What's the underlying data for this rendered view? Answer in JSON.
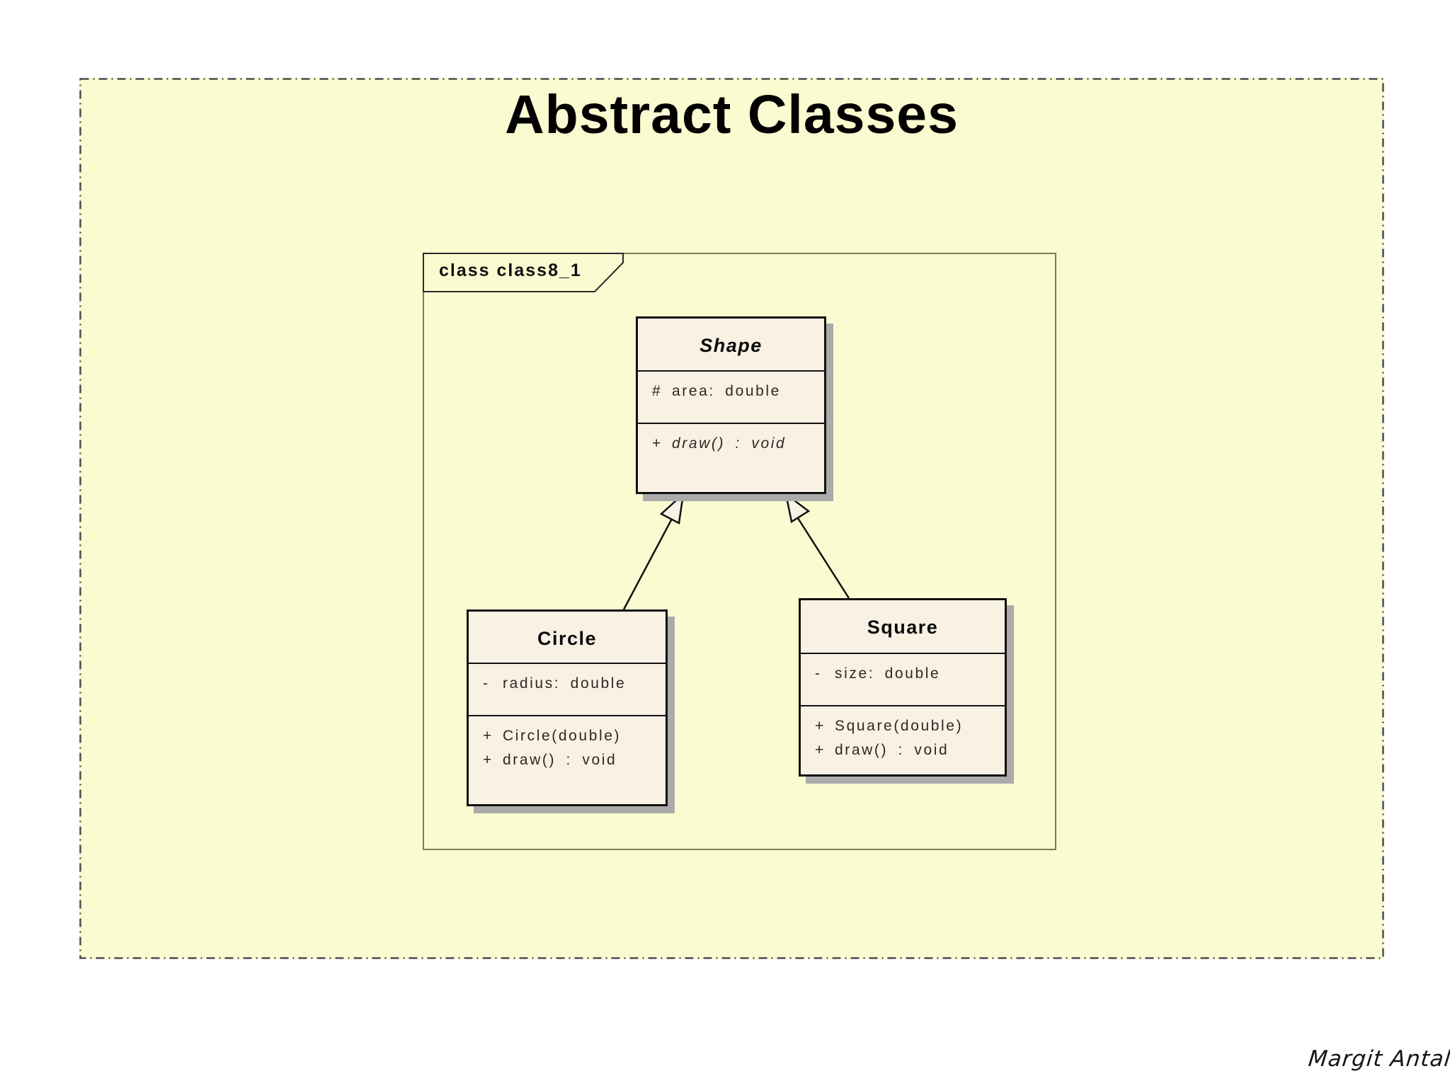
{
  "slide": {
    "title": "Abstract Classes",
    "signature": "Margit Antal"
  },
  "frame": {
    "label": "class class8_1"
  },
  "classes": [
    {
      "name": "Shape",
      "abstract": true,
      "attributes": [
        {
          "visibility": "#",
          "text": "area: double"
        }
      ],
      "operations": [
        {
          "visibility": "+",
          "text": "draw() : void",
          "abstract": true
        }
      ]
    },
    {
      "name": "Circle",
      "abstract": false,
      "attributes": [
        {
          "visibility": "-",
          "text": "radius: double"
        }
      ],
      "operations": [
        {
          "visibility": "+",
          "text": "Circle(double)"
        },
        {
          "visibility": "+",
          "text": "draw() : void"
        }
      ]
    },
    {
      "name": "Square",
      "abstract": false,
      "attributes": [
        {
          "visibility": "-",
          "text": "size: double"
        }
      ],
      "operations": [
        {
          "visibility": "+",
          "text": "Square(double)"
        },
        {
          "visibility": "+",
          "text": "draw() : void"
        }
      ]
    }
  ],
  "relations": [
    {
      "type": "generalization",
      "from": "Circle",
      "to": "Shape"
    },
    {
      "type": "generalization",
      "from": "Square",
      "to": "Shape"
    }
  ],
  "colors": {
    "slide_background": "#FBFBD1",
    "box_fill": "#F8F1E4",
    "box_border": "#111111",
    "box_shadow": "#ABABAB",
    "frame_border": "#6E6E52",
    "slide_border": "#4D4D4D"
  }
}
